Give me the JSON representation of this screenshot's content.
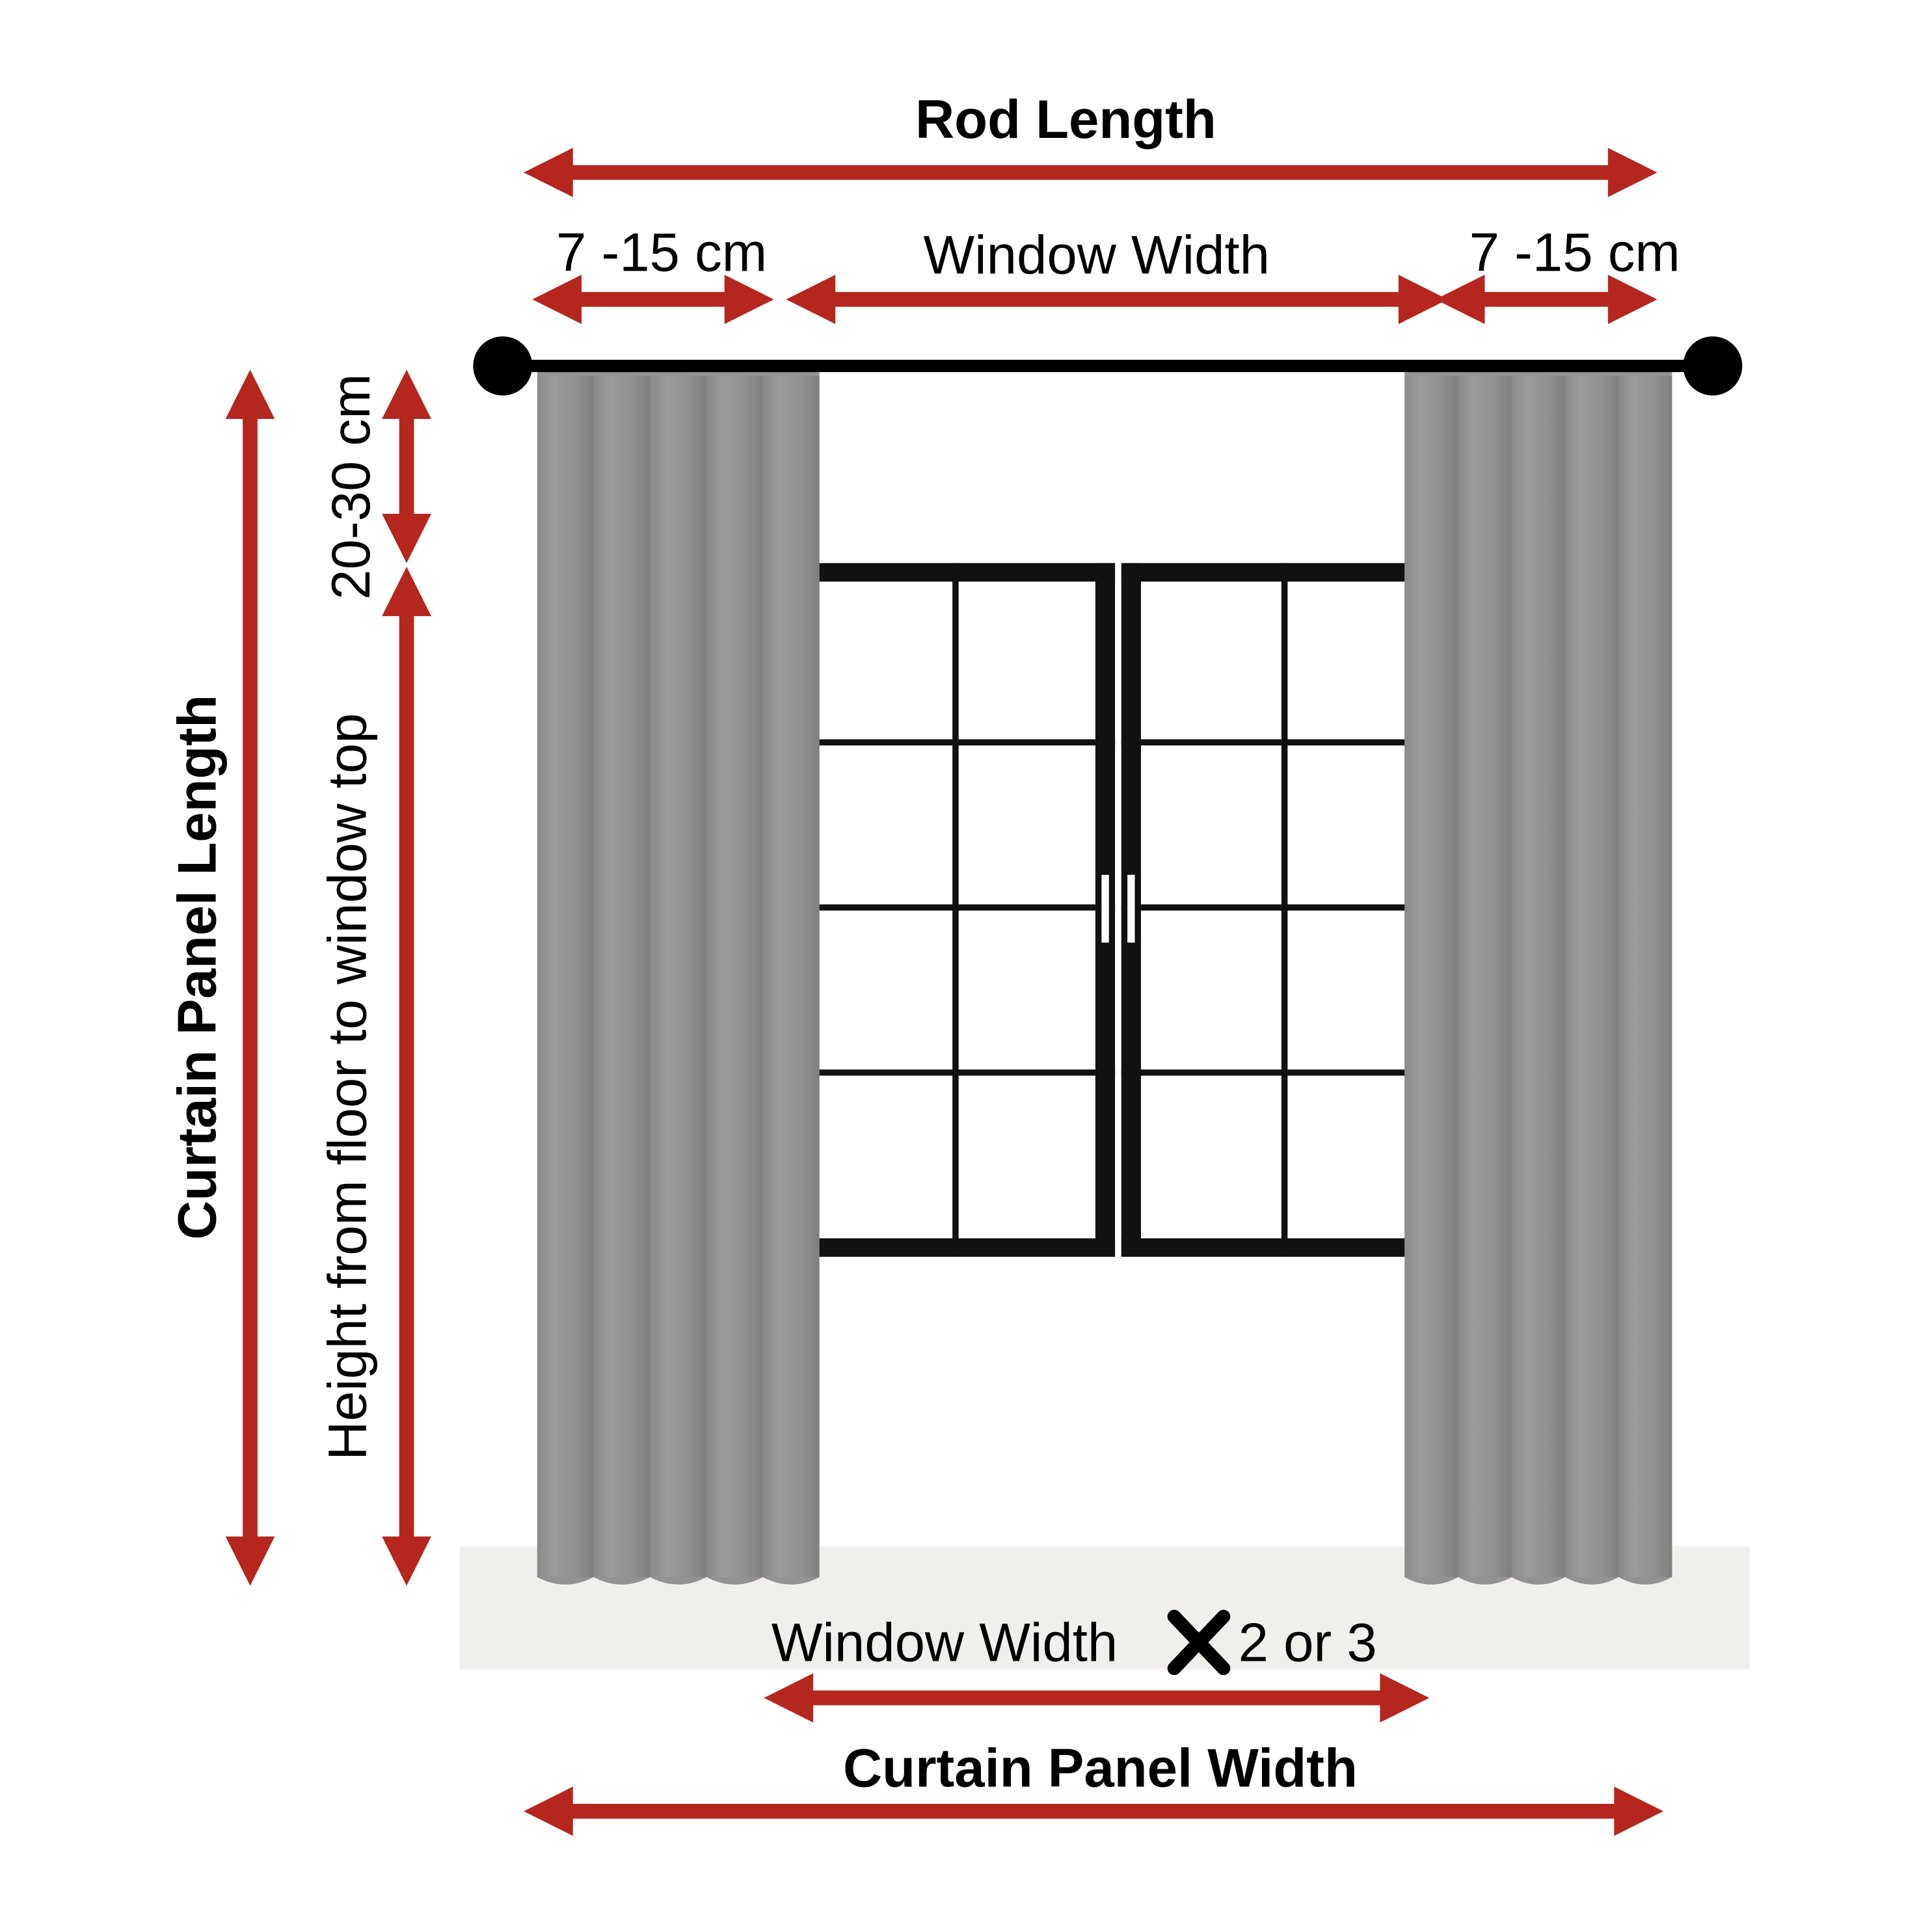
{
  "labels": {
    "rod_length": "Rod Length",
    "side_margin_left": "7 -15 cm",
    "window_width": "Window Width",
    "side_margin_right": "7 -15 cm",
    "curtain_panel_length": "Curtain Panel Length",
    "above_window": "20-30 cm",
    "height_floor_to_window_top": "Height from floor to window top",
    "window_width_multiplier_prefix": "Window Width",
    "window_width_multiplier_suffix": "2 or 3",
    "curtain_panel_width": "Curtain Panel Width"
  },
  "colors": {
    "arrow": "#b5261e",
    "curtain": "#8f8f8f",
    "frame": "#111111",
    "floor": "#f1efec"
  }
}
